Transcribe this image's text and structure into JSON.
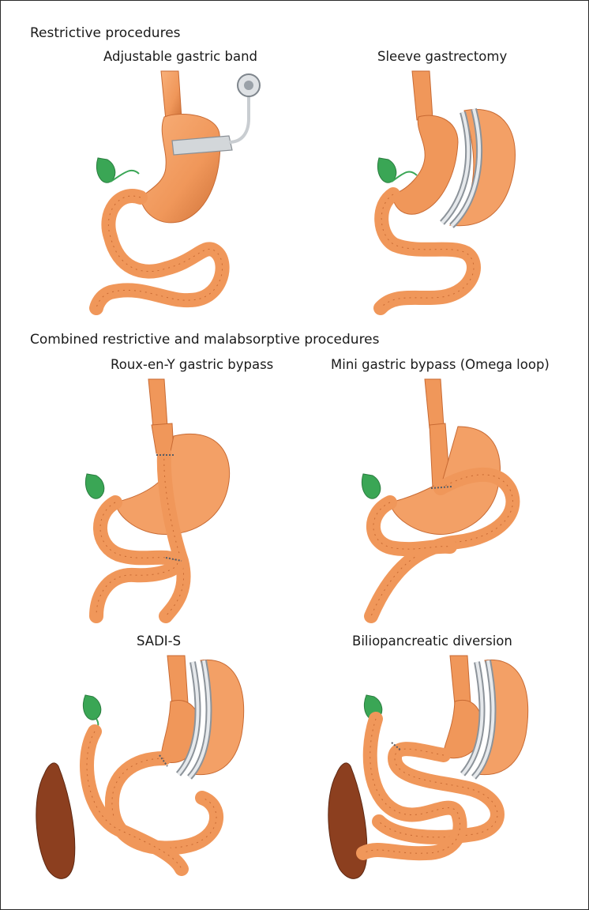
{
  "sections": {
    "restrictive": "Restrictive procedures",
    "combined": "Combined restrictive and malabsorptive procedures"
  },
  "panels": {
    "band": "Adjustable gastric band",
    "sleeve": "Sleeve gastrectomy",
    "rygb": "Roux-en-Y gastric bypass",
    "mini": "Mini gastric bypass (Omega loop)",
    "sadi": "SADI-S",
    "bpd": "Biliopancreatic diversion"
  },
  "colors": {
    "tissue": "#f0975a",
    "tissue_dark": "#c86a33",
    "tissue_light": "#f8c49a",
    "gallbladder": "#3aa655",
    "band": "#cfd3d6",
    "colon": "#8c3f1f",
    "staple": "#555c66"
  }
}
